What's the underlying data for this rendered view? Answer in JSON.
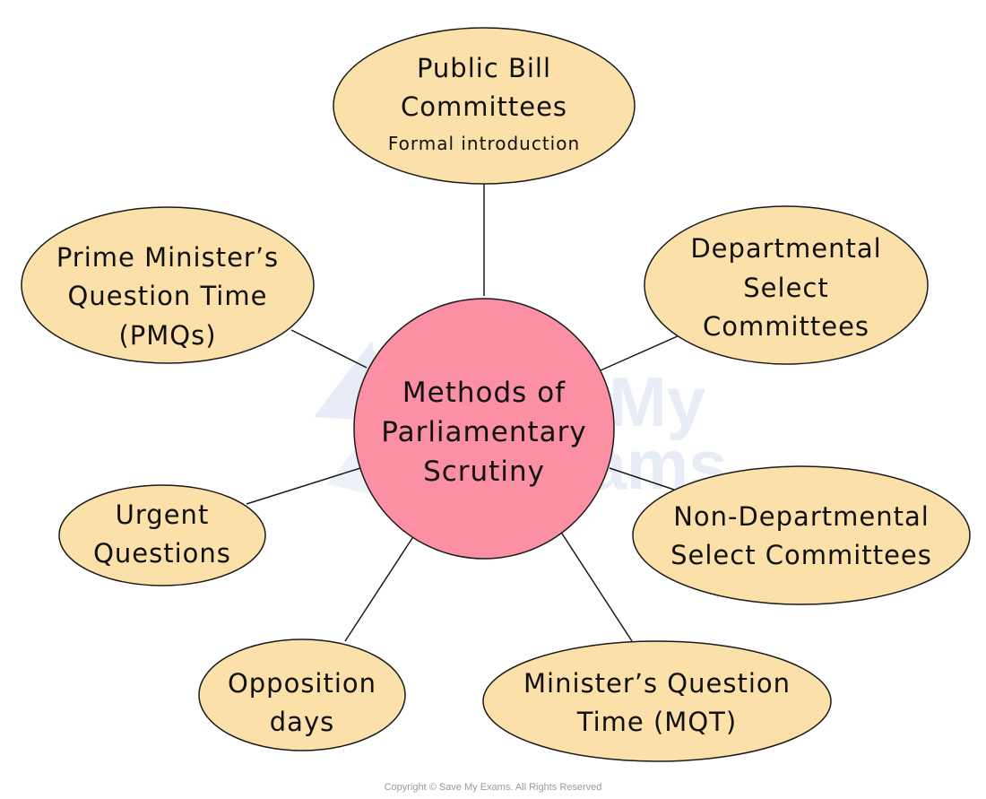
{
  "diagram": {
    "center": {
      "lines": [
        "Methods of",
        "Parliamentary",
        "Scrutiny"
      ]
    },
    "nodes": [
      {
        "id": "public-bill-committees",
        "lines": [
          "Public Bill",
          "Committees"
        ],
        "subtext": "Formal introduction"
      },
      {
        "id": "departmental-select-committees",
        "lines": [
          "Departmental",
          "Select",
          "Committees"
        ]
      },
      {
        "id": "non-departmental-select-committees",
        "lines": [
          "Non-Departmental",
          "Select Committees"
        ]
      },
      {
        "id": "ministers-question-time",
        "lines": [
          "Minister’s Question",
          "Time (MQT)"
        ]
      },
      {
        "id": "opposition-days",
        "lines": [
          "Opposition",
          "days"
        ]
      },
      {
        "id": "urgent-questions",
        "lines": [
          "Urgent",
          "Questions"
        ]
      },
      {
        "id": "pmqs",
        "lines": [
          "Prime Minister’s",
          "Question Time",
          "(PMQs)"
        ]
      }
    ],
    "colors": {
      "center_fill": "#fb8fa4",
      "node_fill": "#fbe0a9",
      "stroke": "#1a1a1a"
    }
  },
  "watermark": {
    "text": "Save My Exams"
  },
  "copyright": "Copyright © Save My Exams. All Rights Reserved"
}
